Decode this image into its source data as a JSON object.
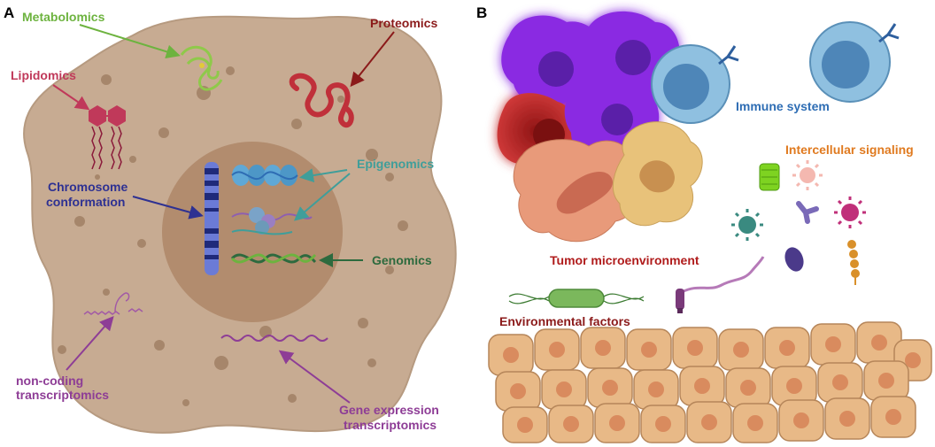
{
  "panels": {
    "a": {
      "letter": "A",
      "labels": {
        "metabolomics": "Metabolomics",
        "proteomics": "Proteomics",
        "lipidomics": "Lipidomics",
        "epigenomics": "Epigenomics",
        "chromosome_line1": "Chromosome",
        "chromosome_line2": "conformation",
        "genomics": "Genomics",
        "noncoding_line1": "non-coding",
        "noncoding_line2": "transcriptomics",
        "gene_expr_line1": "Gene expression",
        "gene_expr_line2": "transcriptomics"
      }
    },
    "b": {
      "letter": "B",
      "labels": {
        "immune_system": "Immune system",
        "intercellular_signaling": "Intercellular signaling",
        "tumor_microenvironment": "Tumor microenvironment",
        "environmental_factors": "Environmental factors"
      }
    }
  },
  "colors": {
    "metabolomics": "#6db33f",
    "proteomics": "#8b1a1a",
    "lipidomics": "#c0395a",
    "epigenomics": "#3f9e9a",
    "chromosome": "#2e3192",
    "genomics": "#2d6a3e",
    "transcriptomics": "#8e3d96",
    "immune": "#2e6db4",
    "signaling": "#e07a1f",
    "tumor": "#b01c1c",
    "environment": "#8b1a1a",
    "cell_body": "#c7ab92",
    "nucleus": "#b28c6e"
  }
}
